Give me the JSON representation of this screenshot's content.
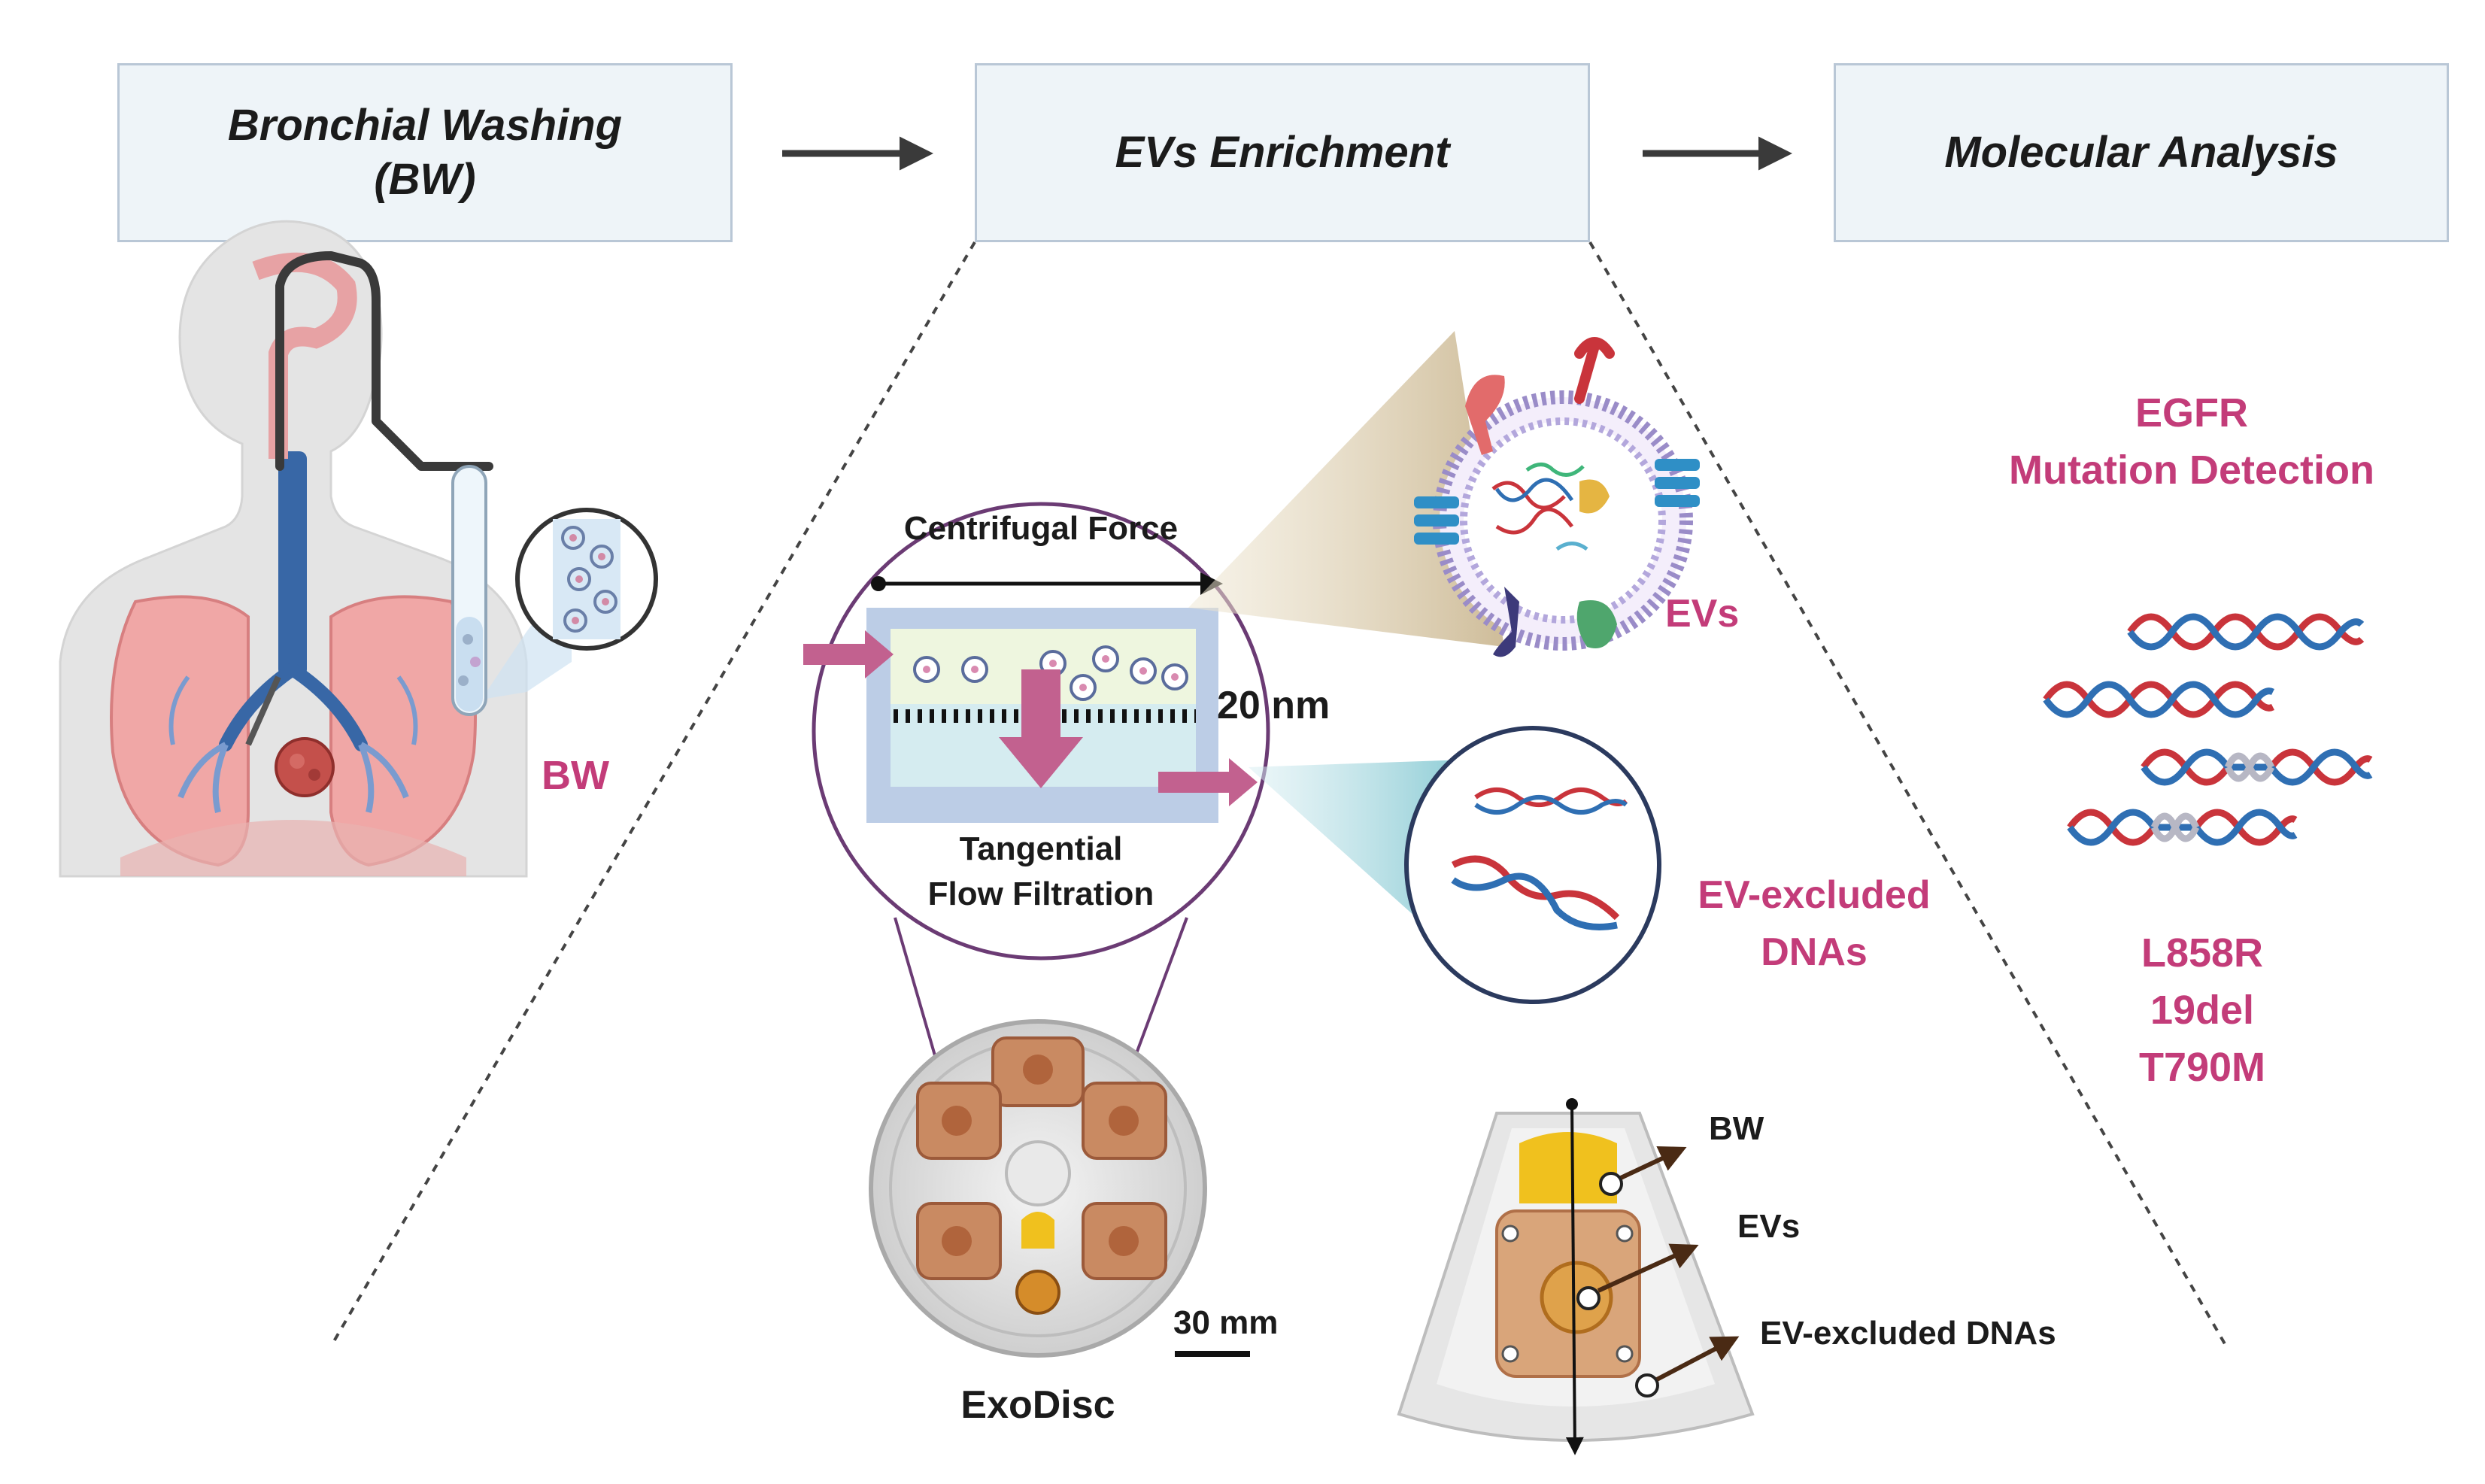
{
  "steps": [
    {
      "line1": "Bronchial Washing",
      "line2": "(BW)"
    },
    {
      "line1": "EVs Enrichment",
      "line2": ""
    },
    {
      "line1": "Molecular Analysis",
      "line2": ""
    }
  ],
  "left_panel": {
    "sample_label": "BW"
  },
  "middle_panel": {
    "force_label": "Centrifugal Force",
    "pore_label": "20 nm",
    "filtration_label_1": "Tangential",
    "filtration_label_2": "Flow Filtration",
    "evs_label": "EVs",
    "excluded_label_1": "EV-excluded",
    "excluded_label_2": "DNAs",
    "disc_label": "ExoDisc",
    "scale_label": "30 mm",
    "chamber_labels": [
      "BW",
      "EVs",
      "EV-excluded DNAs"
    ]
  },
  "right_panel": {
    "title_1": "EGFR",
    "title_2": "Mutation Detection",
    "mutations": [
      "L858R",
      "19del",
      "T790M"
    ]
  },
  "colors": {
    "accent_pink": "#c33c79",
    "box_fill": "#eef4f8",
    "box_border": "#b9c7d6",
    "dna_red": "#c9343b",
    "dna_blue": "#2f6fb3",
    "dna_grey": "#b7b7c4"
  }
}
